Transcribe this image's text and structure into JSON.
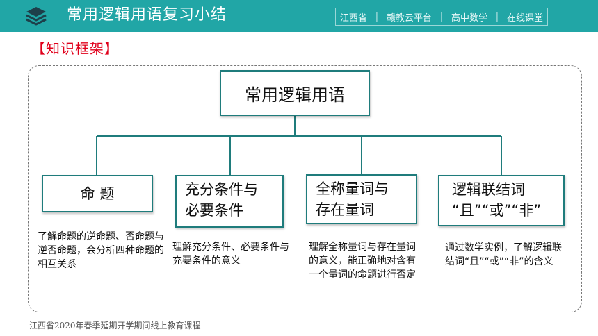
{
  "header": {
    "title": "常用逻辑用语复习小结",
    "tags": [
      "江西省",
      "赣教云平台",
      "高中数学",
      "在线课堂"
    ]
  },
  "section_title": "【知识框架】",
  "diagram": {
    "root": "常用逻辑用语",
    "nodes": [
      {
        "line1": "命 题",
        "line2": "",
        "desc": "了解命题的逆命题、否命题与逆否命题，会分析四种命题的相互关系"
      },
      {
        "line1": "充分条件与",
        "line2": "必要条件",
        "desc": "理解充分条件、必要条件与充要条件的意义"
      },
      {
        "line1": "全称量词与",
        "line2": "存在量词",
        "desc": "理解全称量词与存在量词的意义，能正确地对含有一个量词的命题进行否定"
      },
      {
        "line1": "逻辑联结词",
        "line2": "“且”“或”“非”",
        "desc": "通过数学实例，了解逻辑联结词“且”“或”“非”的含义"
      }
    ]
  },
  "footer": "江西省2020年春季延期开学期间线上教育课程",
  "colors": {
    "header": "#21a6a6",
    "box_border": "#1f7c7c",
    "title_red": "#e0001b"
  }
}
